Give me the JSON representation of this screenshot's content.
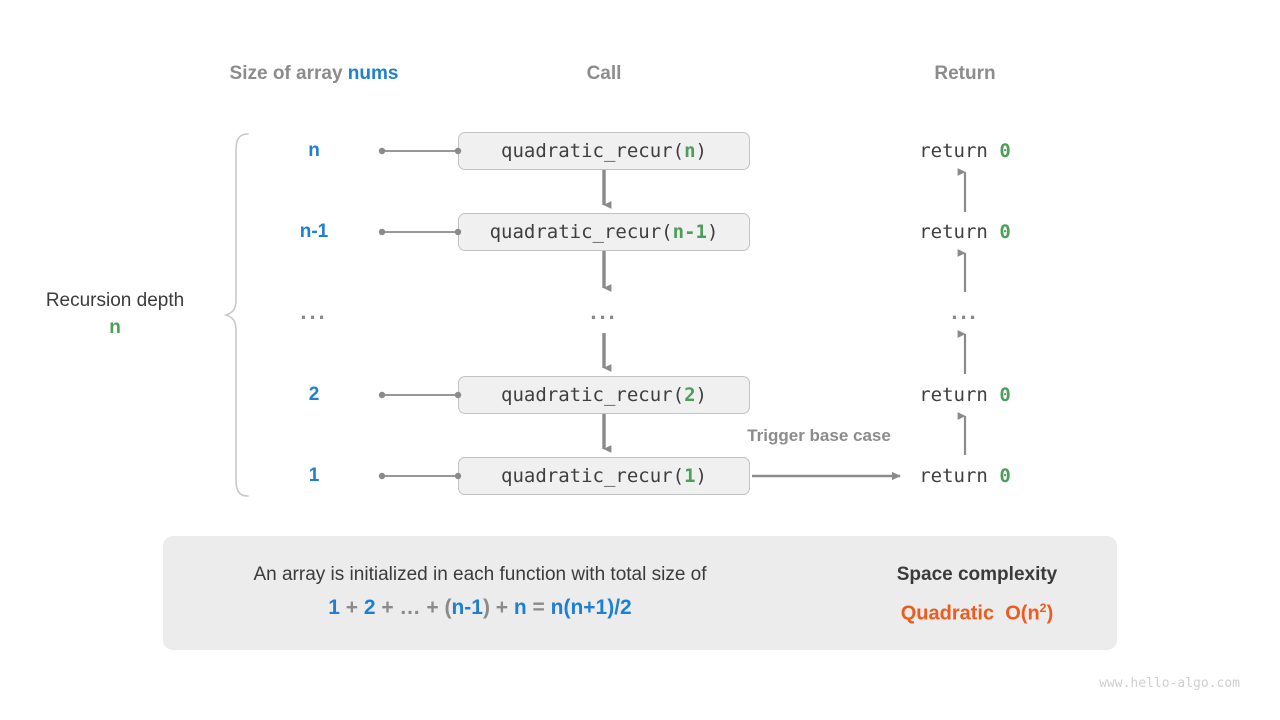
{
  "headers": {
    "size": "Size of array ",
    "size_code": "nums",
    "call": "Call",
    "return": "Return"
  },
  "depth": {
    "title": "Recursion depth",
    "value": "n"
  },
  "rows": [
    {
      "size": "n",
      "call_fn": "quadratic_recur(",
      "call_arg": "n",
      "call_close": ")",
      "ret": "return ",
      "ret_val": "0"
    },
    {
      "size": "n-1",
      "call_fn": "quadratic_recur(",
      "call_arg": "n-1",
      "call_close": ")",
      "ret": "return ",
      "ret_val": "0"
    },
    {
      "size": "...",
      "call_fn": "...",
      "call_arg": "",
      "call_close": "",
      "ret": "...",
      "ret_val": ""
    },
    {
      "size": "2",
      "call_fn": "quadratic_recur(",
      "call_arg": "2",
      "call_close": ")",
      "ret": "return ",
      "ret_val": "0"
    },
    {
      "size": "1",
      "call_fn": "quadratic_recur(",
      "call_arg": "1",
      "call_close": ")",
      "ret": "return ",
      "ret_val": "0"
    }
  ],
  "base_case_note": "Trigger base case",
  "summary": {
    "line1": "An array is initialized in each function with total size of",
    "formula": [
      {
        "t": "1",
        "c": "b"
      },
      {
        "t": " + ",
        "c": "g"
      },
      {
        "t": "2",
        "c": "b"
      },
      {
        "t": " + ",
        "c": "g"
      },
      {
        "t": "…",
        "c": "g"
      },
      {
        "t": " + ",
        "c": "g"
      },
      {
        "t": "(",
        "c": "g"
      },
      {
        "t": "n-1",
        "c": "b"
      },
      {
        "t": ")",
        "c": "g"
      },
      {
        "t": " + ",
        "c": "g"
      },
      {
        "t": "n",
        "c": "b"
      },
      {
        "t": " = ",
        "c": "g"
      },
      {
        "t": "n(n+1)/2",
        "c": "b"
      }
    ],
    "right_title": "Space complexity",
    "right_value": "Quadratic",
    "right_notation": "O(n",
    "right_exp": "2",
    "right_notation_close": ")",
    "arrow_icon": "right-block-arrow"
  },
  "watermark": "www.hello-algo.com",
  "colors": {
    "blue": "#1f7fd0",
    "green": "#4c9e58",
    "orange": "#ef5b1d",
    "gray_text": "#8c8c8c",
    "dark_text": "#3b3b3b",
    "box_fill": "#f0f0f0",
    "box_border": "#c2c2c2",
    "panel_fill": "#ececec",
    "arrow": "#8a8a8a"
  }
}
